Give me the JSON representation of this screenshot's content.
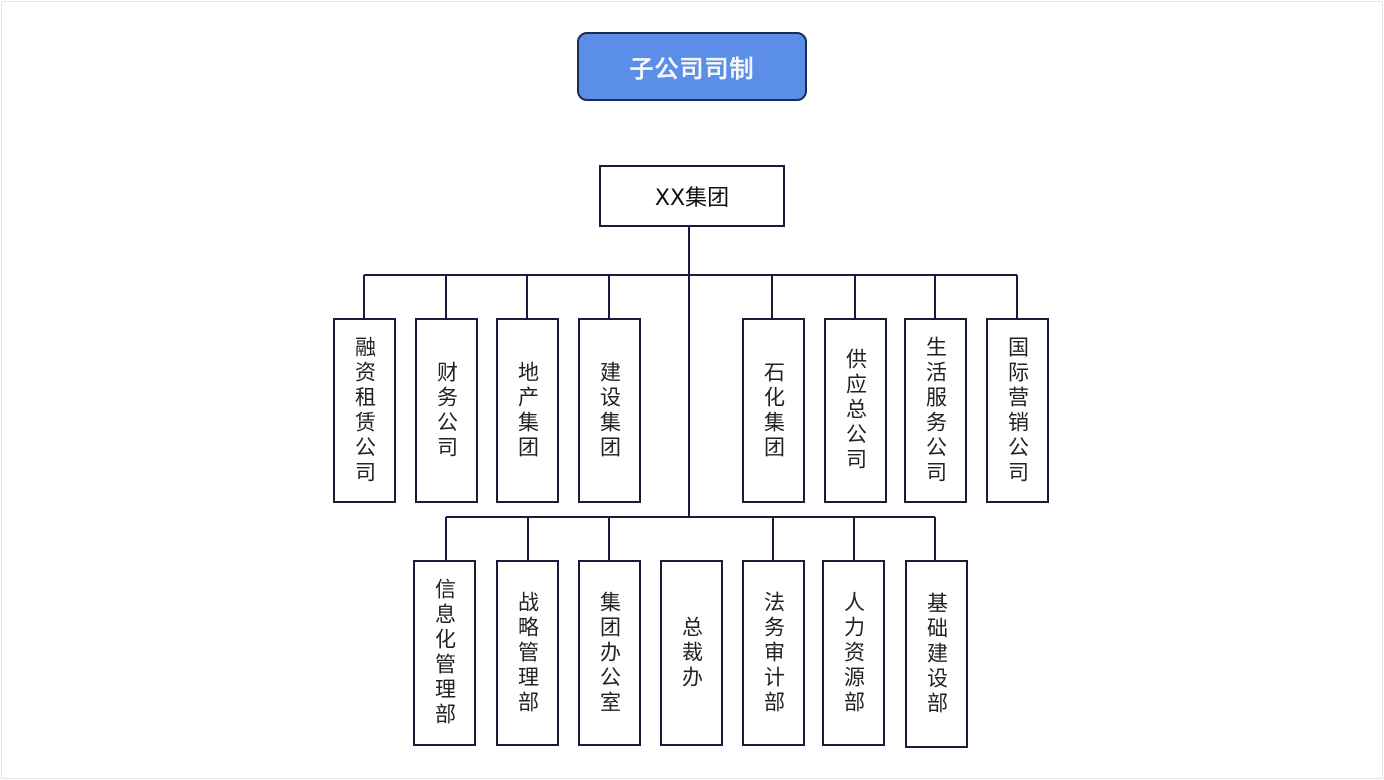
{
  "title": "子公司司制",
  "root": "XX集团",
  "subsidiaries": [
    "融资租赁公司",
    "财务公司",
    "地产集团",
    "建设集团",
    "石化集团",
    "供应总公司",
    "生活服务公司",
    "国际营销公司"
  ],
  "departments": [
    "信息化管理部",
    "战略管理部",
    "集团办公室",
    "总裁办",
    "法务审计部",
    "人力资源部",
    "基础建设部"
  ],
  "colors": {
    "title_fill": "#5b8ee6",
    "border": "#1a1a3a"
  }
}
